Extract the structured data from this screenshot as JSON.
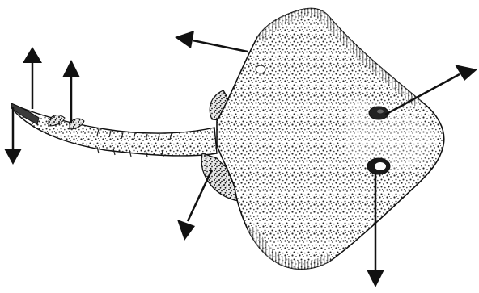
{
  "figure": {
    "subject_icon": "skate-ray-illustration",
    "pointer_icon": "arrow-pointer",
    "background_color": "#ffffff",
    "ink_color": "#1a1a1a",
    "pointer_count": 7
  }
}
